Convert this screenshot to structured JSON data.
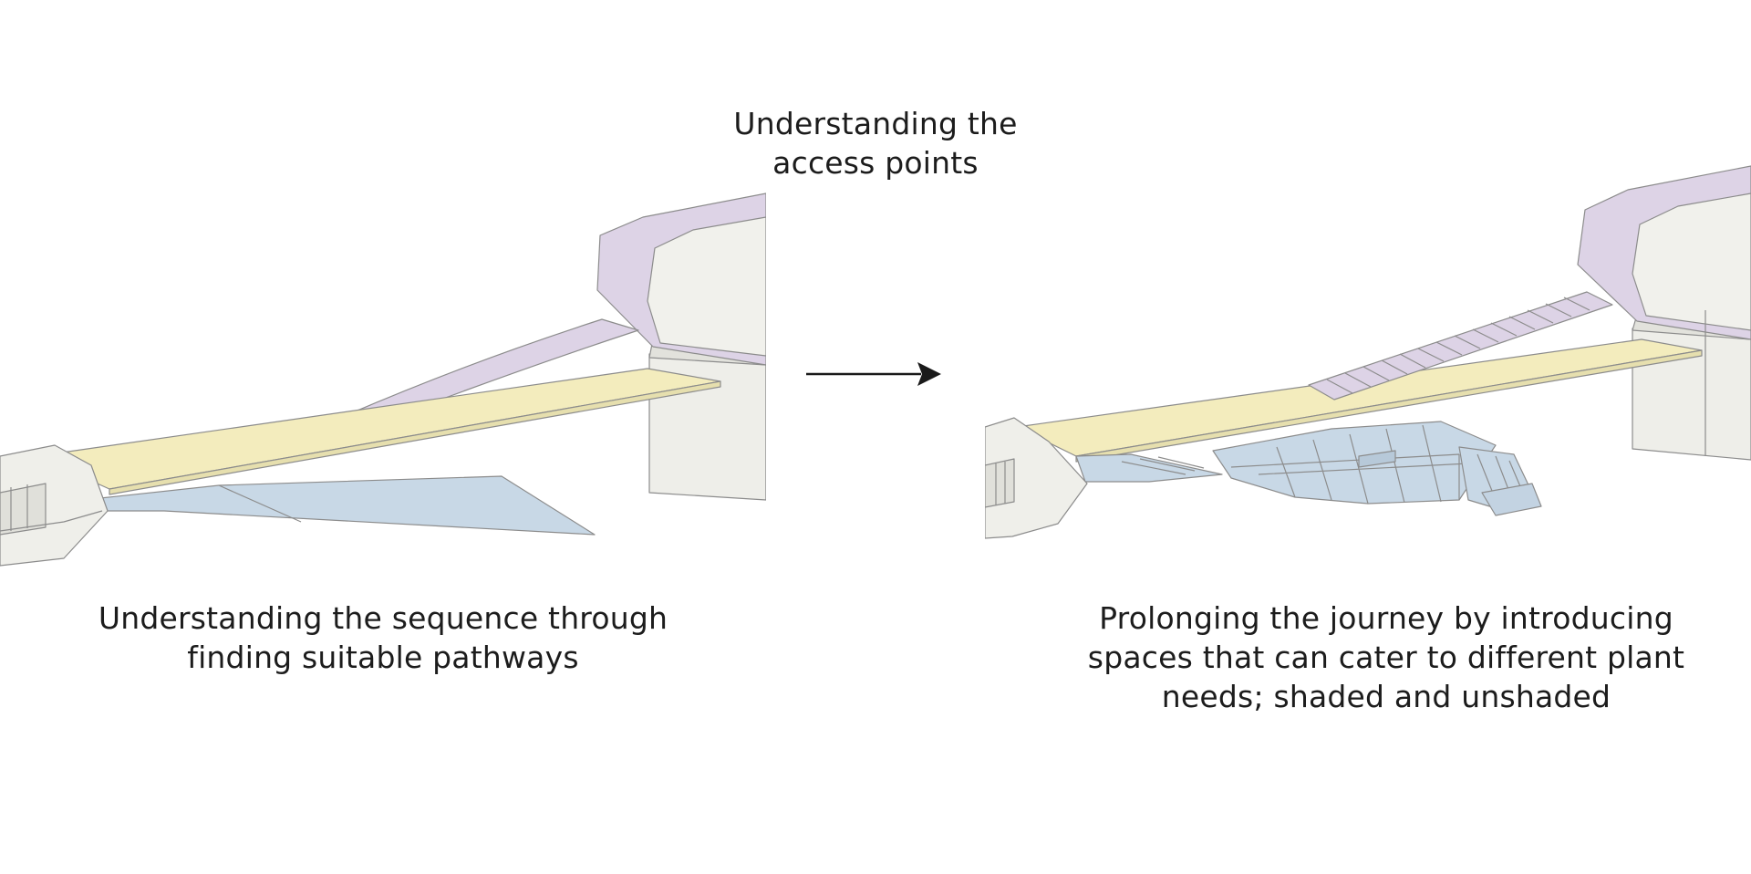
{
  "captions": {
    "access_points": {
      "line1": "Understanding the",
      "line2": "access points"
    },
    "sequence": {
      "line1": "Understanding the sequence through",
      "line2": "finding suitable pathways"
    },
    "journey": {
      "line1": "Prolonging the journey by introducing",
      "line2": "spaces that can cater to different plant",
      "line3": "needs; shaded and unshaded"
    }
  },
  "colors": {
    "yellow_walkway": "#f3ecbd",
    "purple_ramp": "#ddd3e6",
    "blue_path": "#c8d8e6",
    "structure": "#efefea",
    "outline": "#8c8c8c"
  }
}
